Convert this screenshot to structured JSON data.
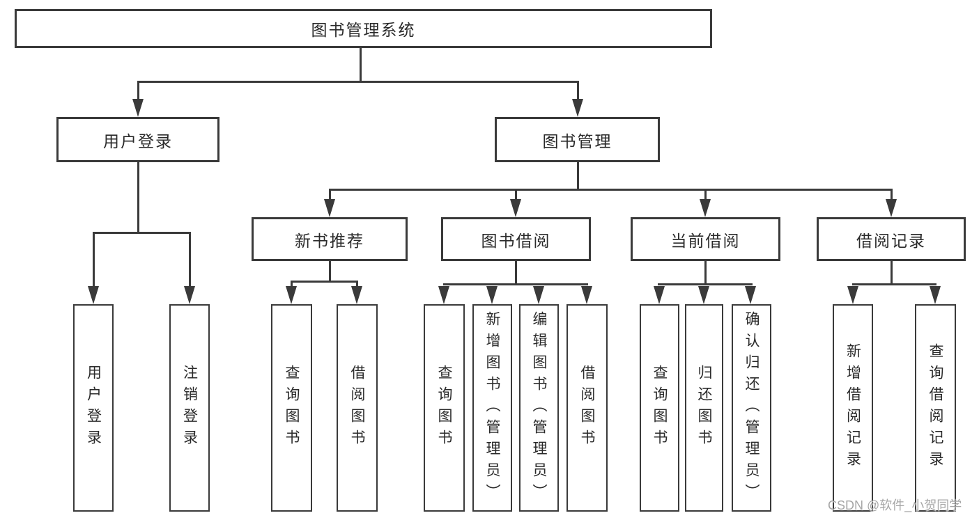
{
  "colors": {
    "line": "#3a3a3a",
    "text": "#2a2a2a",
    "background": "#ffffff",
    "watermark_text": "#969696"
  },
  "watermark": "CSDN @软件_小贺同学",
  "tree": {
    "label": "图书管理系统",
    "children": [
      {
        "label": "用户登录",
        "children": [
          {
            "label": "用户登录"
          },
          {
            "label": "注销登录"
          }
        ]
      },
      {
        "label": "图书管理",
        "children": [
          {
            "label": "新书推荐",
            "children": [
              {
                "label": "查询图书"
              },
              {
                "label": "借阅图书"
              }
            ]
          },
          {
            "label": "图书借阅",
            "children": [
              {
                "label": "查询图书"
              },
              {
                "label": "新增图书（管理员）"
              },
              {
                "label": "编辑图书（管理员）"
              },
              {
                "label": "借阅图书"
              }
            ]
          },
          {
            "label": "当前借阅",
            "children": [
              {
                "label": "查询图书"
              },
              {
                "label": "归还图书"
              },
              {
                "label": "确认归还（管理员）"
              }
            ]
          },
          {
            "label": "借阅记录",
            "children": [
              {
                "label": "新增借阅记录"
              },
              {
                "label": "查询借阅记录"
              }
            ]
          }
        ]
      }
    ]
  }
}
